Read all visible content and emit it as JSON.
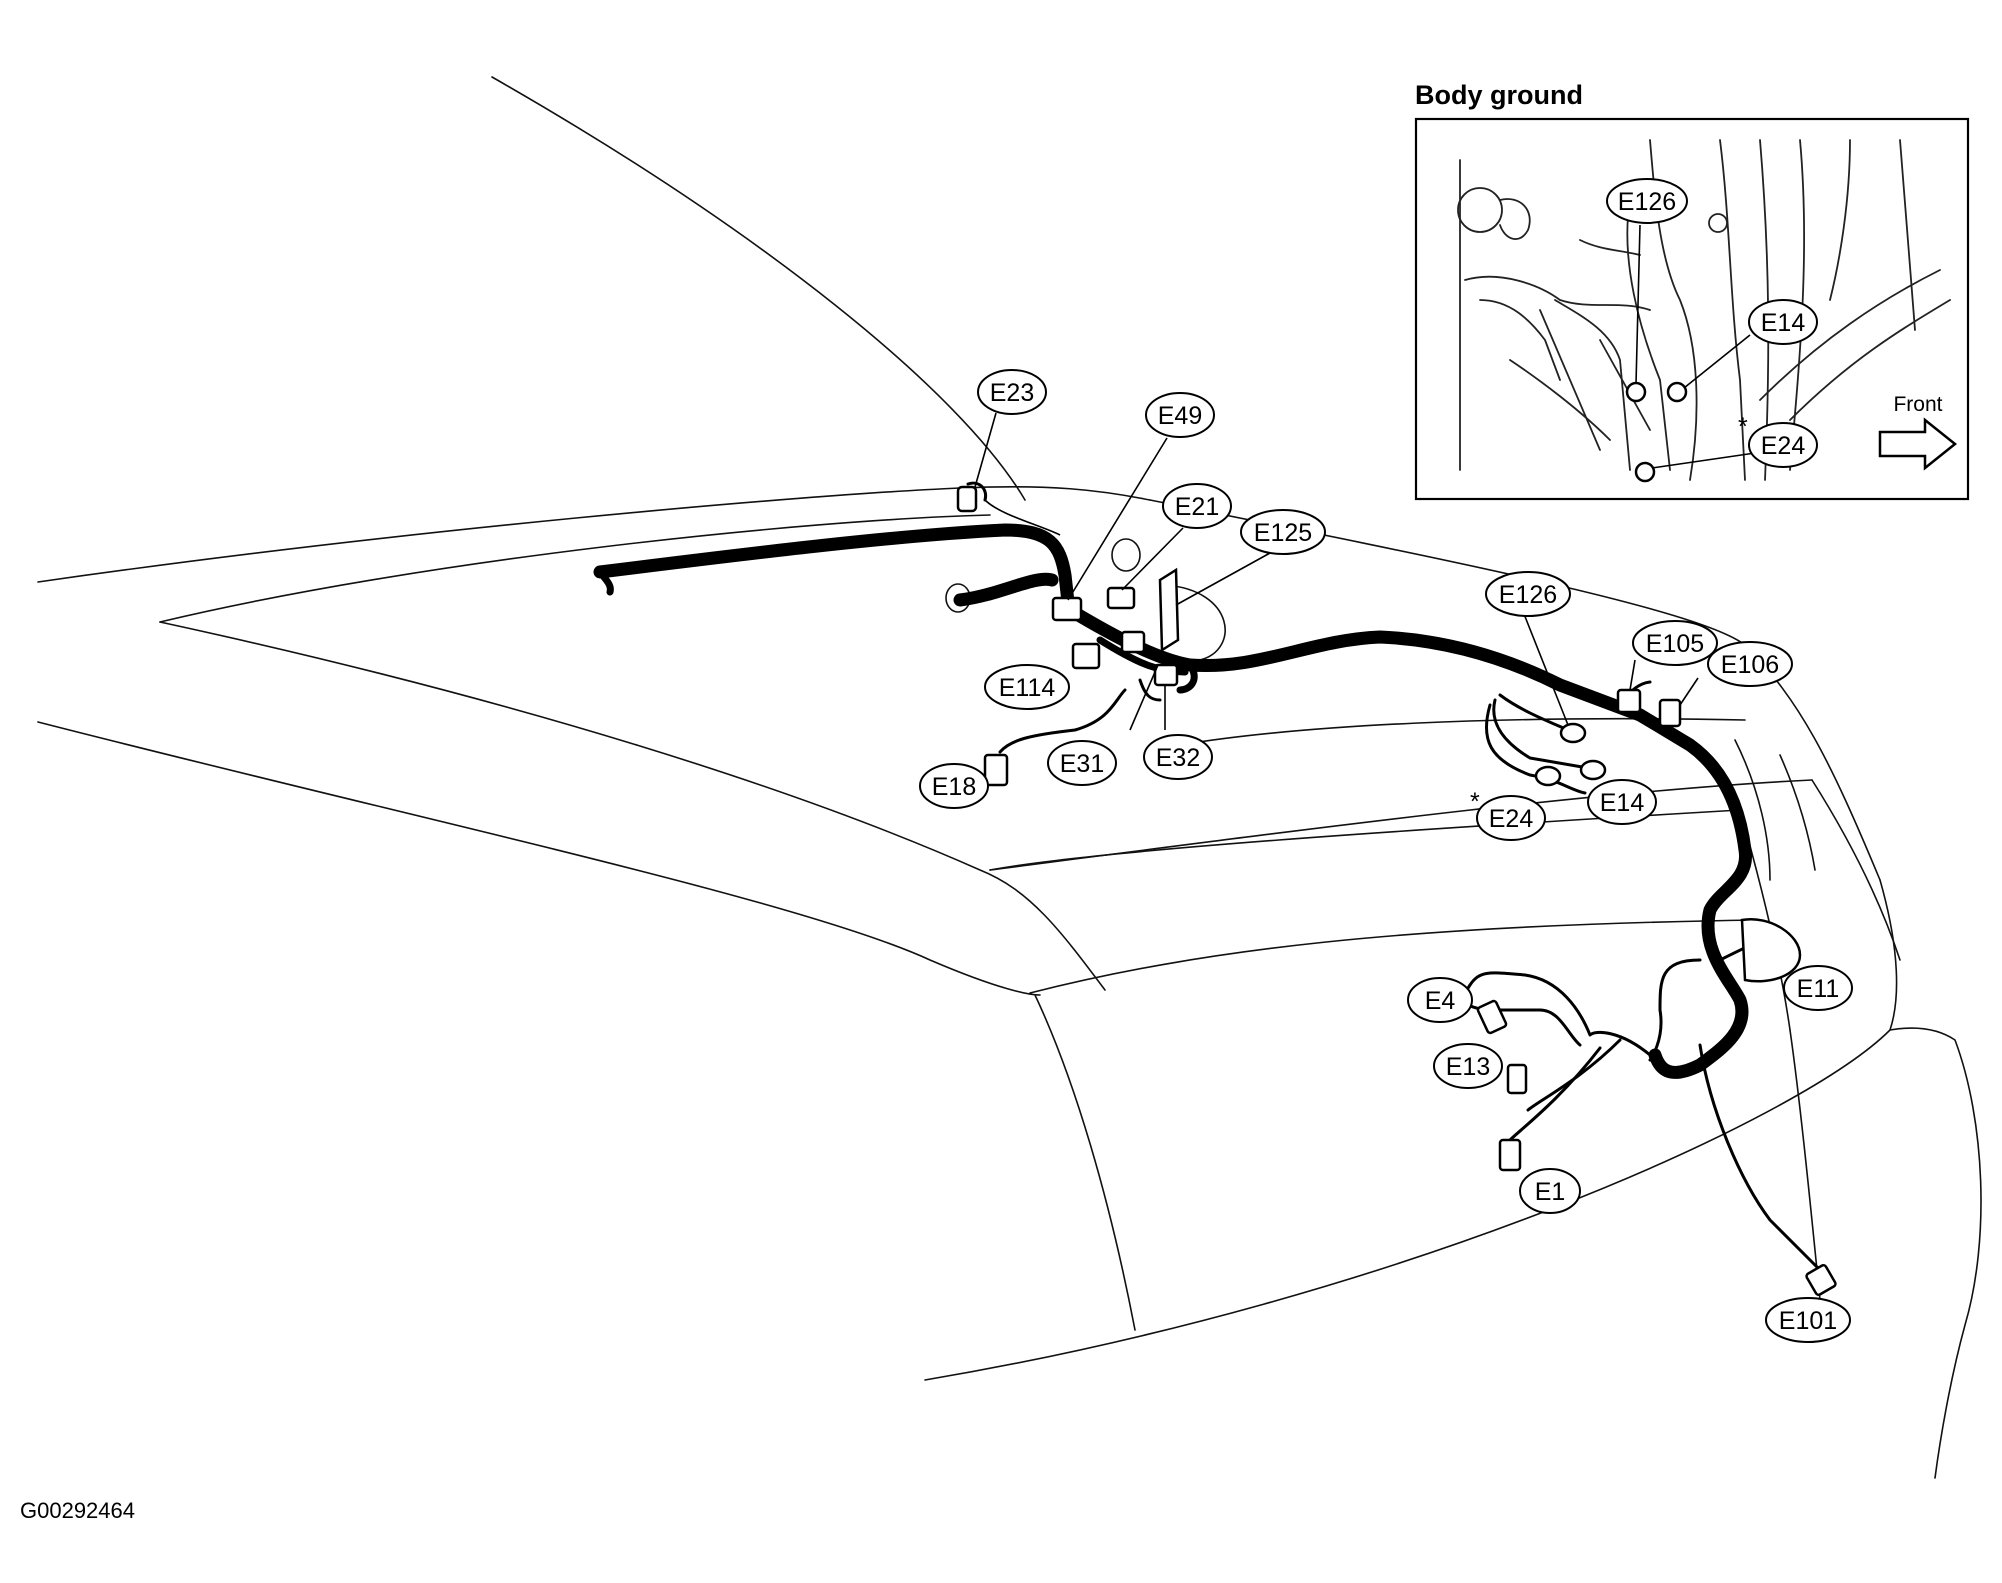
{
  "inset": {
    "title": "Body ground",
    "front_label": "Front",
    "labels": {
      "e126": "E126",
      "e14": "E14",
      "e24": "E24",
      "e24_star": "*"
    }
  },
  "connectors": {
    "e23": "E23",
    "e49": "E49",
    "e21": "E21",
    "e125": "E125",
    "e114": "E114",
    "e31": "E31",
    "e32": "E32",
    "e18": "E18",
    "e126": "E126",
    "e105": "E105",
    "e106": "E106",
    "e14": "E14",
    "e24": "E24",
    "e24_star": "*",
    "e11": "E11",
    "e4": "E4",
    "e13": "E13",
    "e1": "E1",
    "e101": "E101"
  },
  "figure_id": "G00292464"
}
